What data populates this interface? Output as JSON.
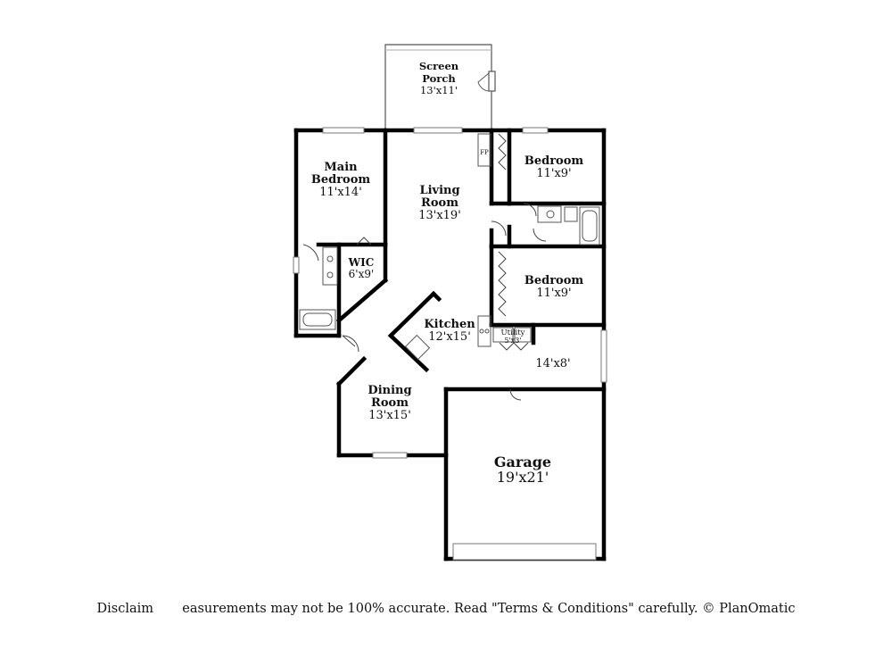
{
  "rooms": {
    "screen_porch": {
      "name_line1": "Screen",
      "name_line2": "Porch",
      "size": "13'x11'"
    },
    "main_bedroom": {
      "name_line1": "Main",
      "name_line2": "Bedroom",
      "size": "11'x14'"
    },
    "living_room": {
      "name_line1": "Living",
      "name_line2": "Room",
      "size": "13'x19'"
    },
    "bedroom_1": {
      "name": "Bedroom",
      "size": "11'x9'"
    },
    "bedroom_2": {
      "name": "Bedroom",
      "size": "11'x9'"
    },
    "wic": {
      "name": "WIC",
      "size": "6'x9'"
    },
    "kitchen": {
      "name": "Kitchen",
      "size": "12'x15'"
    },
    "utility": {
      "name": "Utility",
      "size": "5'x3'"
    },
    "room_14x8": {
      "size": "14'x8'"
    },
    "dining_room": {
      "name_line1": "Dining",
      "name_line2": "Room",
      "size": "13'x15'"
    },
    "garage": {
      "name": "Garage",
      "size": "19'x21'"
    }
  },
  "fireplace_label": "FP",
  "disclaimer": "Disclaim       easurements may not be 100% accurate. Read \"Terms & Conditions\" carefully. © PlanOmatic"
}
